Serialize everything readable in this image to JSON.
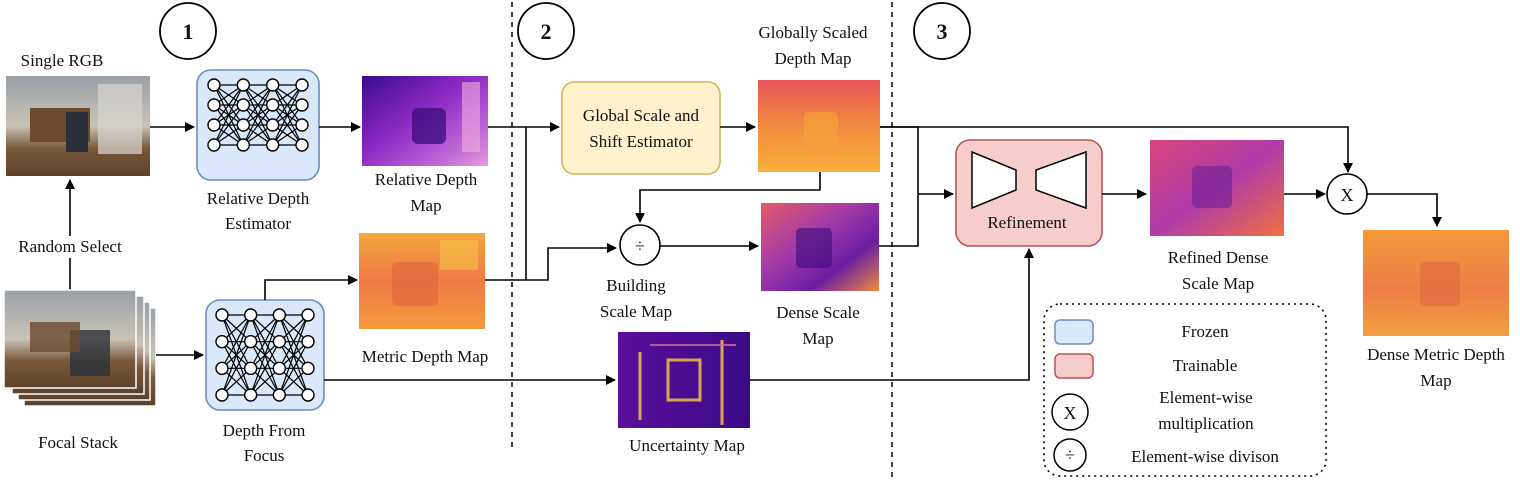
{
  "stages": [
    "1",
    "2",
    "3"
  ],
  "labels": {
    "single_rgb": "Single RGB",
    "random_select": "Random Select",
    "focal_stack": "Focal Stack",
    "relative_depth_estimator": [
      "Relative Depth",
      "Estimator"
    ],
    "depth_from_focus": [
      "Depth From",
      "Focus"
    ],
    "relative_depth_map": [
      "Relative Depth",
      "Map"
    ],
    "metric_depth_map": "Metric Depth Map",
    "global_scale_box": [
      "Global Scale and",
      "Shift Estimator"
    ],
    "globally_scaled_depth_map": [
      "Globally Scaled",
      "Depth Map"
    ],
    "building_scale_map": [
      "Building",
      "Scale Map"
    ],
    "dense_scale_map": [
      "Dense Scale",
      "Map"
    ],
    "uncertainty_map": "Uncertainty Map",
    "refinement": "Refinement",
    "refined_dense_scale_map": [
      "Refined Dense",
      "Scale Map"
    ],
    "dense_metric_depth_map": [
      "Dense Metric Depth",
      "Map"
    ]
  },
  "operators": {
    "divide": "÷",
    "multiply": "X"
  },
  "legend": {
    "frozen": "Frozen",
    "trainable": "Trainable",
    "multiplication": [
      "Element-wise",
      "multiplication"
    ],
    "division": "Element-wise divison",
    "multiply_symbol": "X",
    "divide_symbol": "÷"
  },
  "colors": {
    "frozen_fill": "#dae8fc",
    "frozen_stroke": "#6c8ebf",
    "trainable_fill": "#f8cecc",
    "trainable_stroke": "#b85450",
    "estimator_fill": "#fff2cc",
    "estimator_stroke": "#d6b656"
  }
}
